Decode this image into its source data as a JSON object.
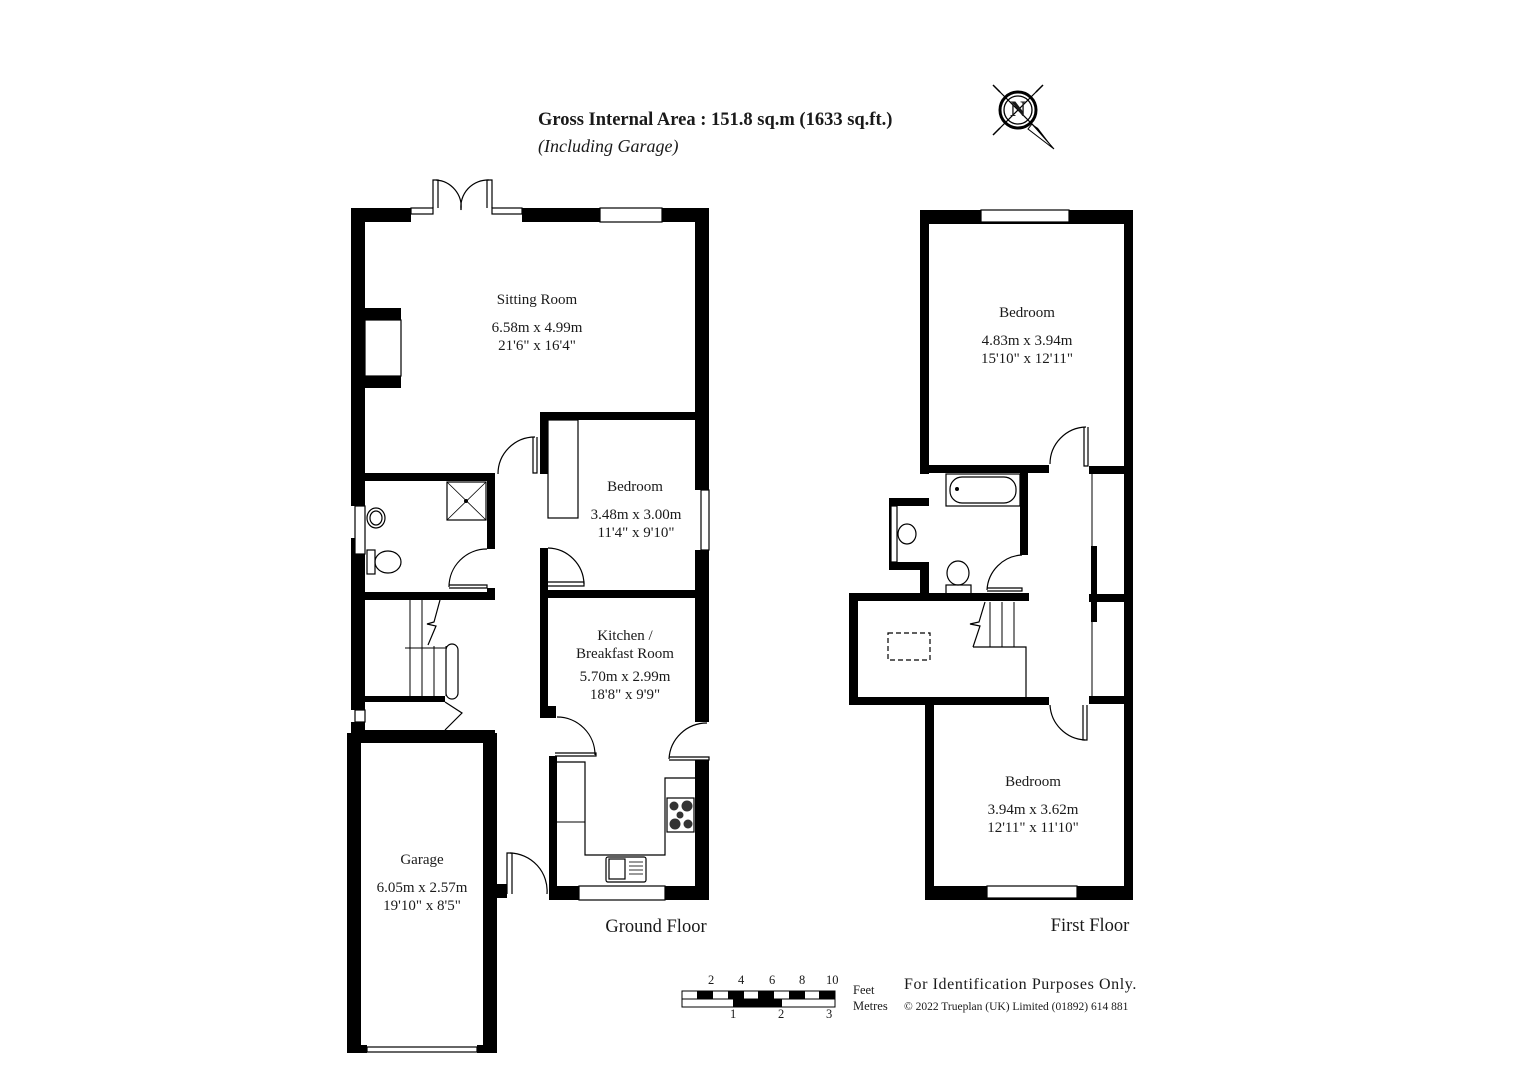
{
  "header": {
    "title": "Gross Internal Area  :  151.8 sq.m   (1633 sq.ft.)",
    "subtitle": "(Including Garage)"
  },
  "compass": {
    "icon": "north-compass-icon",
    "label": "N"
  },
  "ground_floor": {
    "label": "Ground Floor",
    "rooms": [
      {
        "name": "Sitting Room",
        "metric": "6.58m  x  4.99m",
        "imperial": "21'6\"  x  16'4\""
      },
      {
        "name": "Bedroom",
        "metric": "3.48m  x  3.00m",
        "imperial": "11'4\"  x  9'10\""
      },
      {
        "name_line1": "Kitchen /",
        "name_line2": "Breakfast Room",
        "metric": "5.70m  x  2.99m",
        "imperial": "18'8\"  x  9'9\""
      },
      {
        "name": "Garage",
        "metric": "6.05m  x  2.57m",
        "imperial": "19'10\"  x  8'5\""
      }
    ]
  },
  "first_floor": {
    "label": "First Floor",
    "rooms": [
      {
        "name": "Bedroom",
        "metric": "4.83m  x  3.94m",
        "imperial": "15'10\"  x  12'11\""
      },
      {
        "name": "Bedroom",
        "metric": "3.94m  x  3.62m",
        "imperial": "12'11\"  x  11'10\""
      }
    ]
  },
  "scale_bar": {
    "feet_ticks": [
      "2",
      "4",
      "6",
      "8",
      "10"
    ],
    "metre_ticks": [
      "1",
      "2",
      "3"
    ],
    "feet_label": "Feet",
    "metres_label": "Metres"
  },
  "footer": {
    "disclaimer": "For Identification Purposes Only.",
    "copyright": "© 2022 Trueplan (UK) Limited  (01892) 614 881"
  }
}
